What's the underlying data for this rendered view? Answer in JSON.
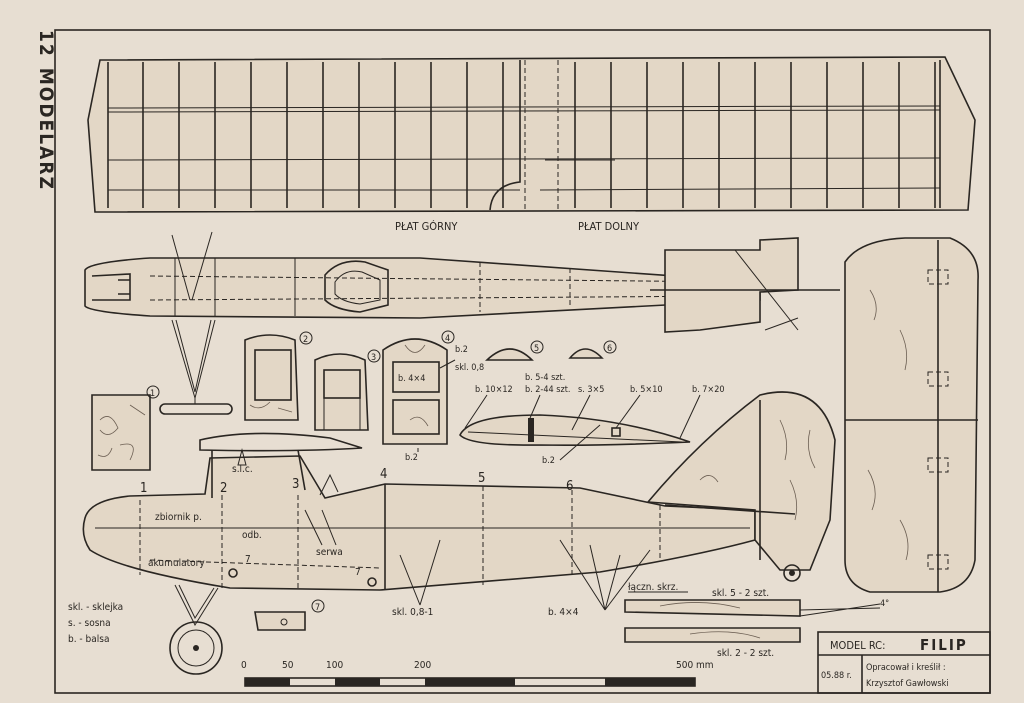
{
  "page": {
    "number": "12",
    "magazine": "MODELARZ"
  },
  "labels": {
    "wing_upper": "PŁAT GÓRNY",
    "wing_lower": "PŁAT DOLNY",
    "stations": [
      "1",
      "2",
      "3",
      "4",
      "5",
      "6"
    ],
    "fuel_tank": "zbiornik p.",
    "odb": "odb.",
    "batteries": "akumulatory",
    "servo": "serwa",
    "slc": "s.l.c.",
    "b2": "b.2",
    "skl08": "skl. 0,8",
    "skl081": "skl. 0,8-1",
    "b4x4": "b. 4×4",
    "b10x12": "b. 10×12",
    "b54": "b. 5-4 szt.",
    "b244": "b. 2-44 szt.",
    "s3x5": "s. 3×5",
    "b5x10": "b. 5×10",
    "b7x20": "b. 7×20",
    "joint": "łączn. skrz.",
    "skl5": "skl. 5 - 2 szt.",
    "skl2": "skl. 2 - 2 szt.",
    "angle": "4°",
    "seven": "7",
    "part_numbers": [
      "1",
      "2",
      "3",
      "4",
      "5",
      "6",
      "7"
    ]
  },
  "legend": [
    "skl. - sklejka",
    "s. - sosna",
    "b. - balsa"
  ],
  "scale": {
    "ticks": [
      "0",
      "50",
      "100",
      "200",
      "500 mm"
    ]
  },
  "titleblock": {
    "model_label": "MODEL RC:",
    "model_name": "FILIP",
    "date": "05.88 r.",
    "credit_label": "Opracował i kreślił :",
    "author": "Krzysztof Gawłowski"
  }
}
